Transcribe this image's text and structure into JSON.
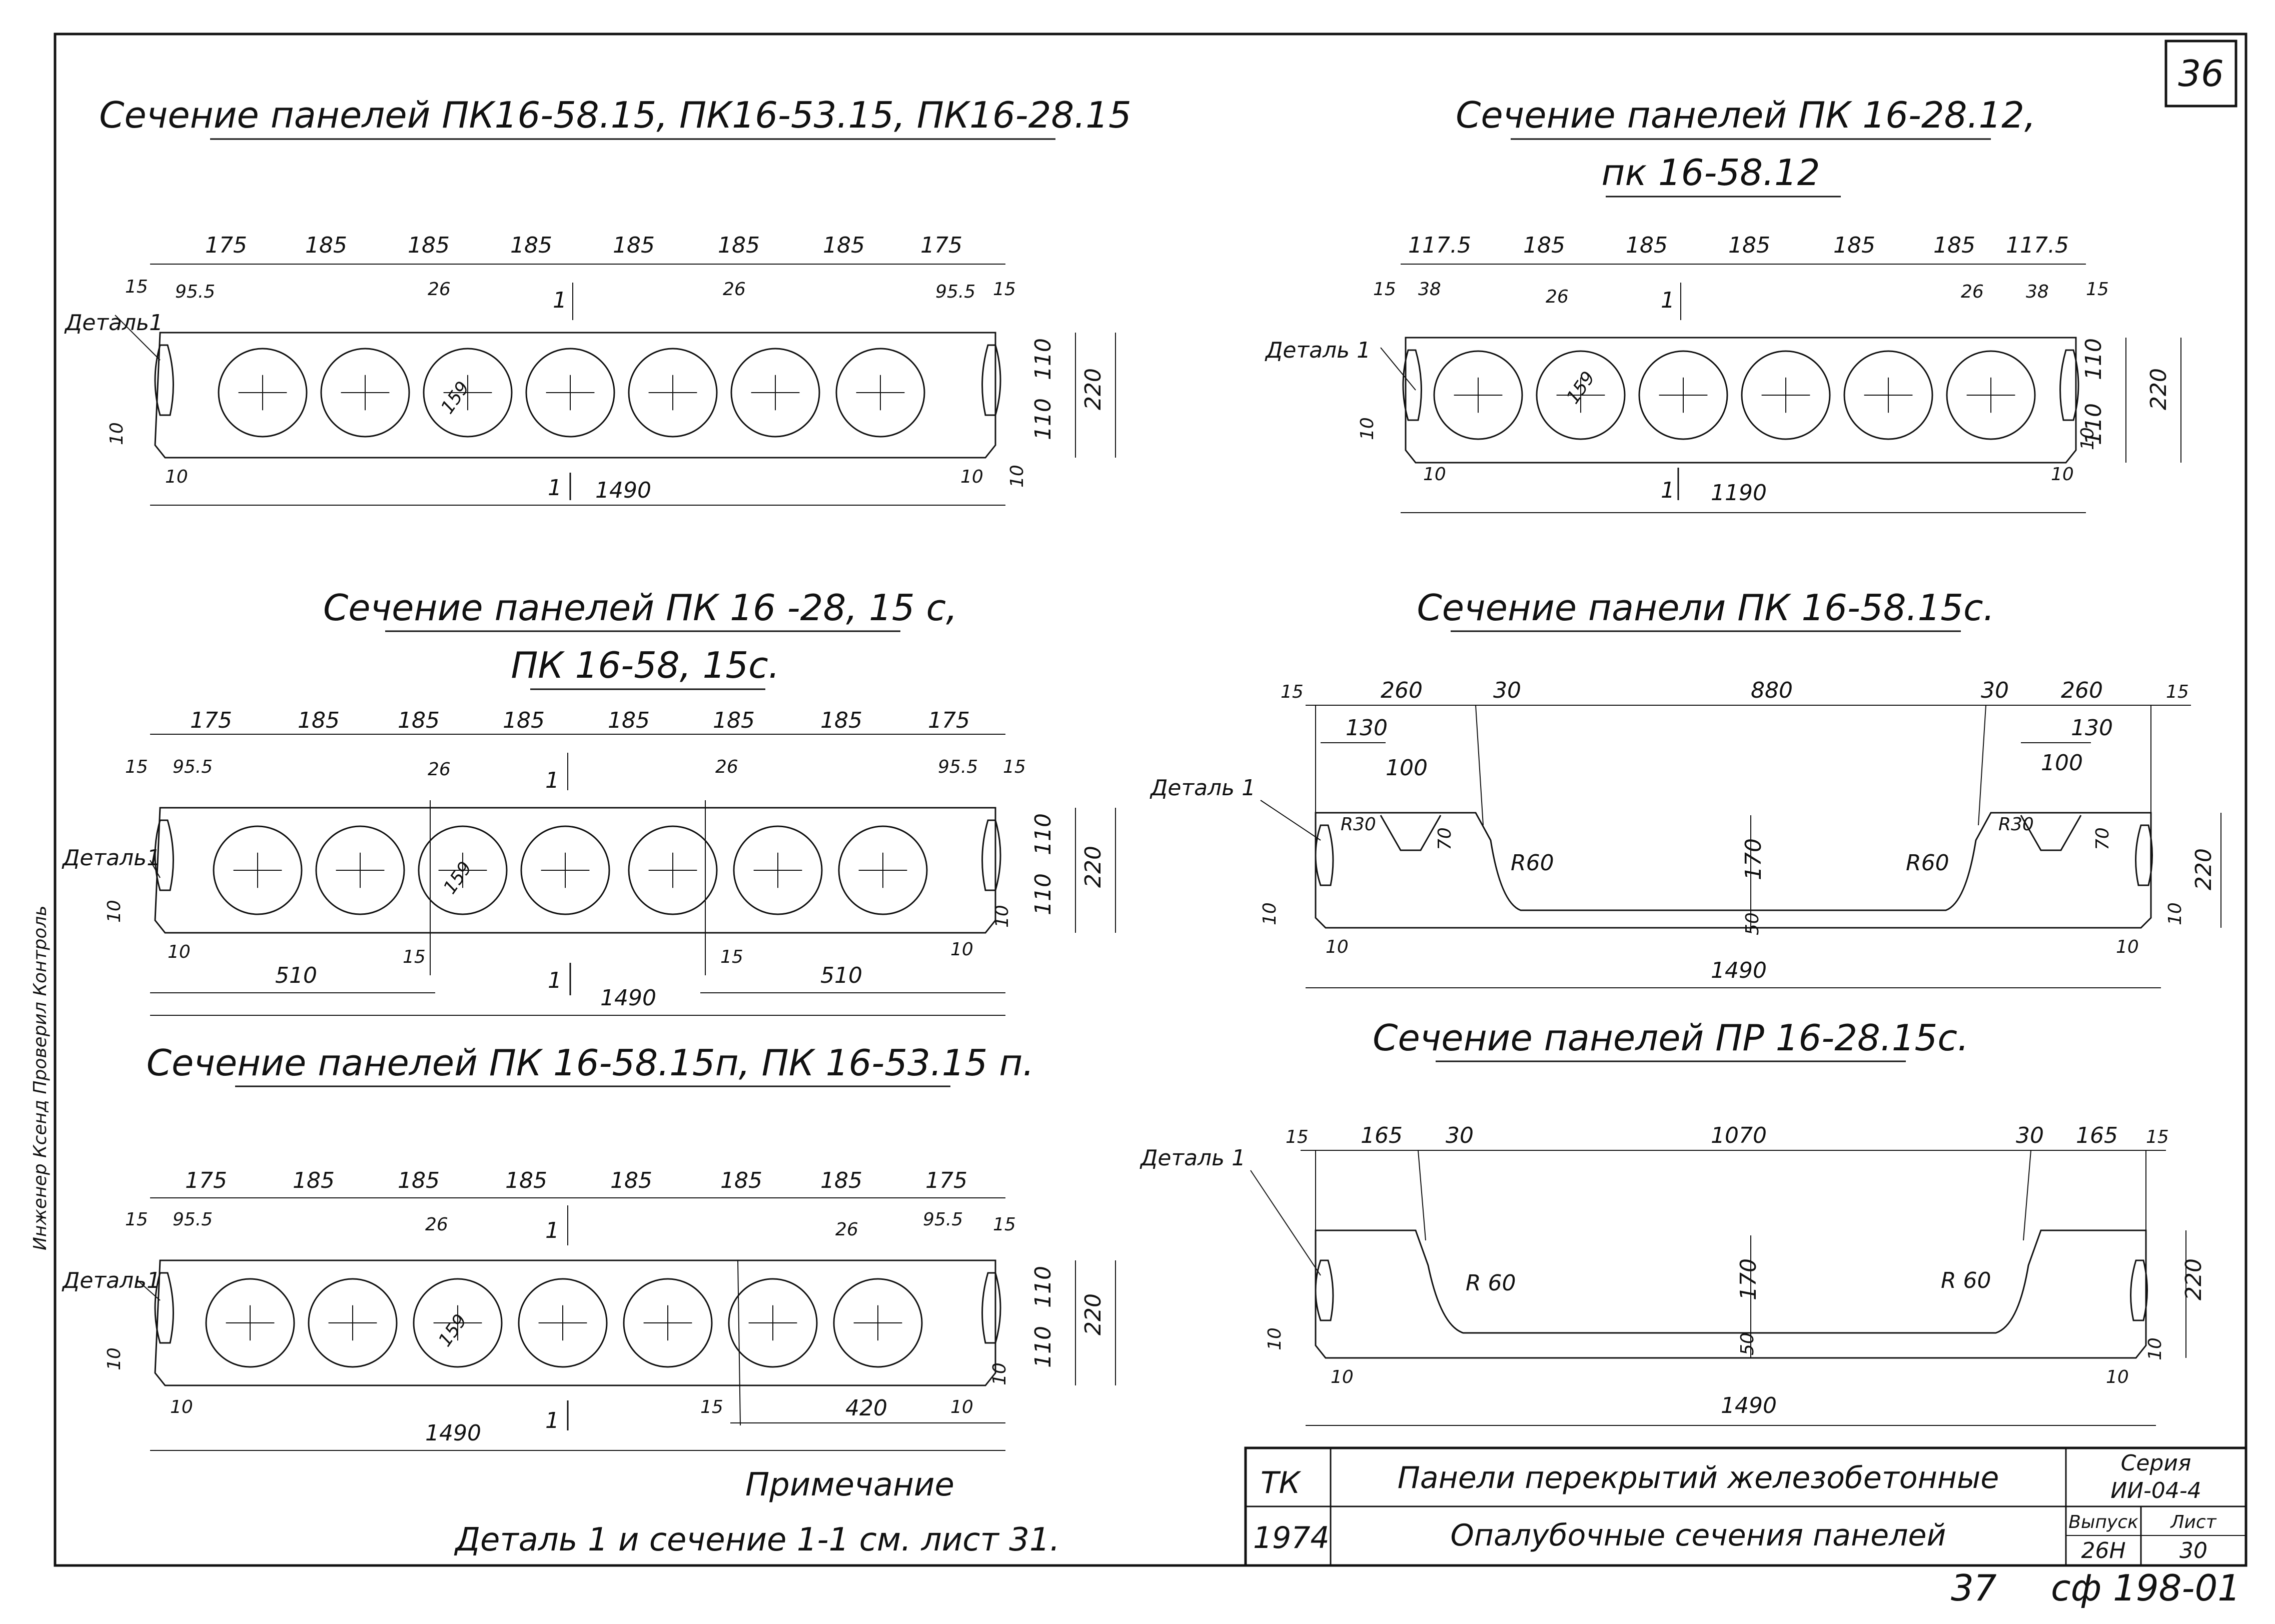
{
  "sheet": {
    "number_top": "36",
    "number_bottom": "37",
    "code": "сф 198-01"
  },
  "title_block": {
    "org": "ТК",
    "year": "1974",
    "title": "Панели перекрытий железобетонные",
    "subtitle": "Опалубочные сечения панелей",
    "series_label": "Серия",
    "series_value": "ИИ-04-4",
    "issue_label": "Выпуск",
    "issue_value": "26Н",
    "sheet_label": "Лист",
    "sheet_value": "30"
  },
  "note": {
    "heading": "Примечание",
    "text": "Деталь 1 и сечение 1-1 см. лист 31."
  },
  "side_stamp": "Инженер  Ксенд  Проверил  Контроль",
  "sections": [
    {
      "title": "Сечение панелей  ПК16-58.15, ПК16-53.15, ПК16-28.15",
      "top_dims": [
        "175",
        "185",
        "185",
        "185",
        "185",
        "185",
        "185",
        "175"
      ],
      "sub_dims": [
        "15",
        "95.5",
        "26",
        "1",
        "26",
        "95.5",
        "15"
      ],
      "circle_label": "159",
      "detail": "Деталь1",
      "height_dims": [
        "110",
        "110",
        "220"
      ],
      "side_dims": [
        "10",
        "10",
        "10",
        "10"
      ],
      "cut": "1",
      "width": "1490"
    },
    {
      "title_line1": "Сечение панелей  ПК 16-28.12,",
      "title_line2": "пк 16-58.12",
      "top_dims": [
        "117.5",
        "185",
        "185",
        "185",
        "185",
        "185",
        "117.5"
      ],
      "sub_dims": [
        "15",
        "38",
        "26",
        "1",
        "26",
        "38",
        "15"
      ],
      "circle_label": "159",
      "detail": "Деталь 1",
      "height_dims": [
        "110",
        "110",
        "220"
      ],
      "side_dims": [
        "10",
        "10",
        "10",
        "10"
      ],
      "cut": "1",
      "width": "1190"
    },
    {
      "title_line1": "Сечение  панелей  ПК 16 -28, 15 с,",
      "title_line2": "ПК 16-58, 15с.",
      "top_dims": [
        "175",
        "185",
        "185",
        "185",
        "185",
        "185",
        "185",
        "175"
      ],
      "sub_dims": [
        "15",
        "95.5",
        "26",
        "1",
        "26",
        "95.5",
        "15"
      ],
      "circle_label": "159",
      "detail": "Деталь1",
      "height_dims": [
        "110",
        "110",
        "220"
      ],
      "side_dims": [
        "10",
        "10",
        "10",
        "10"
      ],
      "bottom_dims": [
        "510",
        "15",
        "15",
        "510"
      ],
      "cut": "1",
      "width": "1490"
    },
    {
      "title": "Сечение  панели   ПК 16-58.15с.",
      "top_dims": [
        "15",
        "260",
        "30",
        "880",
        "30",
        "260",
        "15"
      ],
      "sub_dims": [
        "130",
        "100",
        "130",
        "100"
      ],
      "labels": [
        "R30",
        "70",
        "R60",
        "170",
        "R60",
        "R30",
        "70",
        "50",
        "220"
      ],
      "detail": "Деталь 1",
      "side_dims": [
        "10",
        "10",
        "10",
        "10"
      ],
      "width": "1490"
    },
    {
      "title": "Сечение панелей  ПК 16-58.15п,  ПК 16-53.15 п.",
      "top_dims": [
        "175",
        "185",
        "185",
        "185",
        "185",
        "185",
        "185",
        "175"
      ],
      "sub_dims": [
        "15",
        "95.5",
        "26",
        "1",
        "26",
        "95.5",
        "15"
      ],
      "circle_label": "159",
      "detail": "Деталь1",
      "height_dims": [
        "110",
        "110",
        "220"
      ],
      "side_dims": [
        "10",
        "10",
        "10",
        "10"
      ],
      "bottom_dims": [
        "15",
        "420"
      ],
      "cut": "1",
      "width": "1490"
    },
    {
      "title": "Сечение панелей  ПР 16-28.15с.",
      "top_dims": [
        "15",
        "165",
        "30",
        "1070",
        "30",
        "165",
        "15"
      ],
      "labels": [
        "R 60",
        "170",
        "R 60",
        "50",
        "220"
      ],
      "detail": "Деталь 1",
      "side_dims": [
        "10",
        "10",
        "10",
        "10"
      ],
      "width": "1490"
    }
  ]
}
